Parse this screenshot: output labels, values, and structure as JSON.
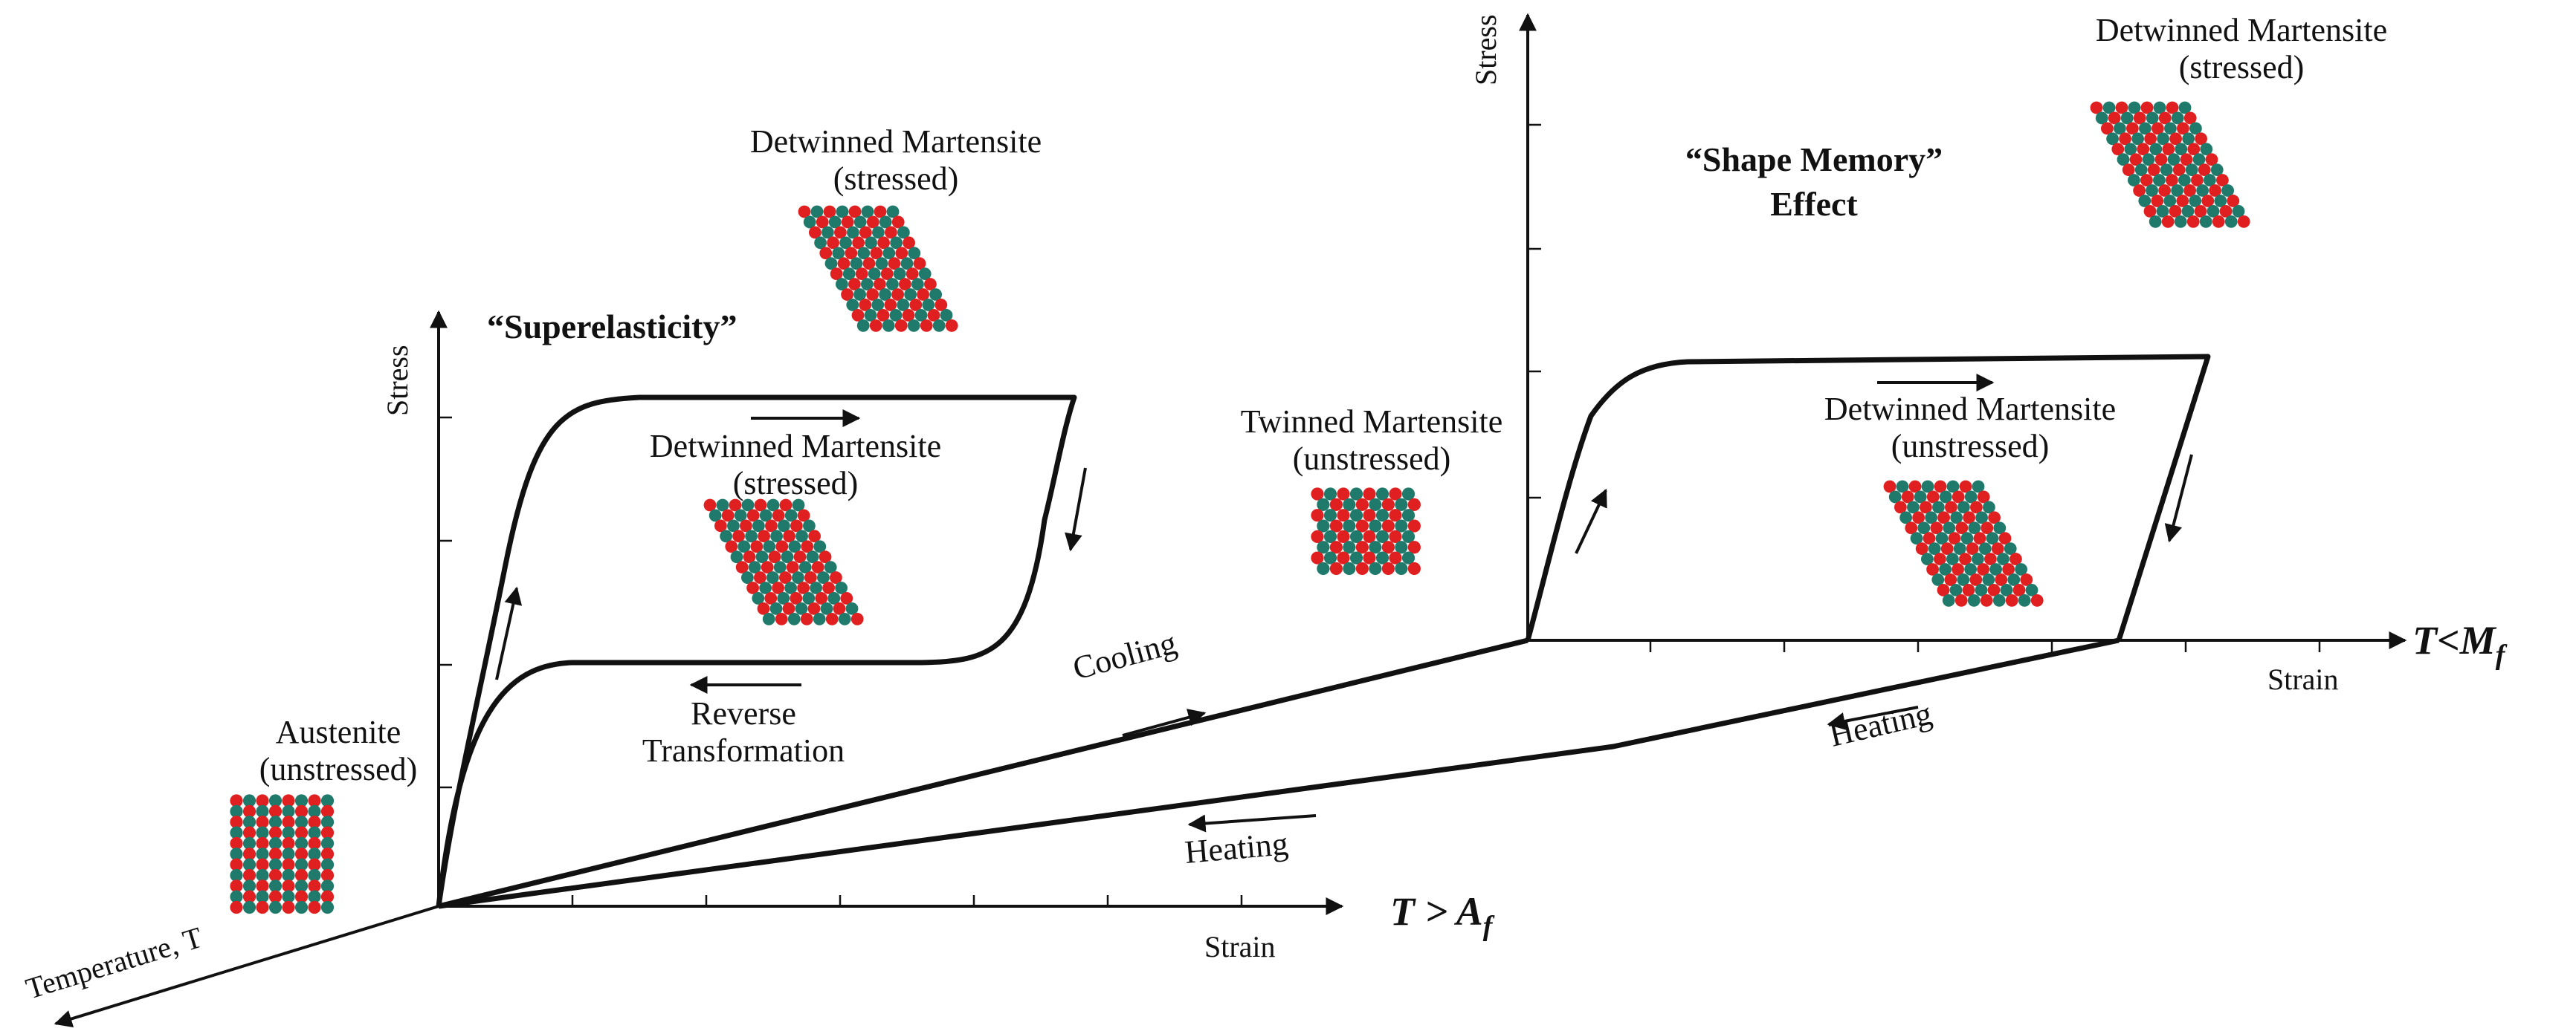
{
  "colors": {
    "atom_red": "#e02020",
    "atom_teal": "#1f7a6b",
    "line": "#111111"
  },
  "left_panel": {
    "title": "“Superelasticity”",
    "stress_axis": "Stress",
    "strain_axis": "Strain",
    "temperature_axis": "Temperature, T",
    "condition_main": "T > A",
    "condition_sub": "f",
    "austenite": {
      "line1": "Austenite",
      "line2": "(unstressed)"
    },
    "detwinned_top": {
      "line1": "Detwinned Martensite",
      "line2": "(stressed)"
    },
    "detwinned_inner": {
      "line1": "Detwinned Martensite",
      "line2": "(stressed)"
    },
    "reverse": {
      "line1": "Reverse",
      "line2": "Transformation"
    }
  },
  "middle": {
    "cooling": "Cooling",
    "heating_left": "Heating",
    "twinned": {
      "line1": "Twinned Martensite",
      "line2": "(unstressed)"
    }
  },
  "right_panel": {
    "title_line1": "“Shape Memory”",
    "title_line2": "Effect",
    "stress_axis": "Stress",
    "strain_axis": "Strain",
    "condition_main": "T<M",
    "condition_sub": "f",
    "heating": "Heating",
    "detwinned_top": {
      "line1": "Detwinned Martensite",
      "line2": "(stressed)"
    },
    "detwinned_inner": {
      "line1": "Detwinned Martensite",
      "line2": "(unstressed)"
    }
  }
}
